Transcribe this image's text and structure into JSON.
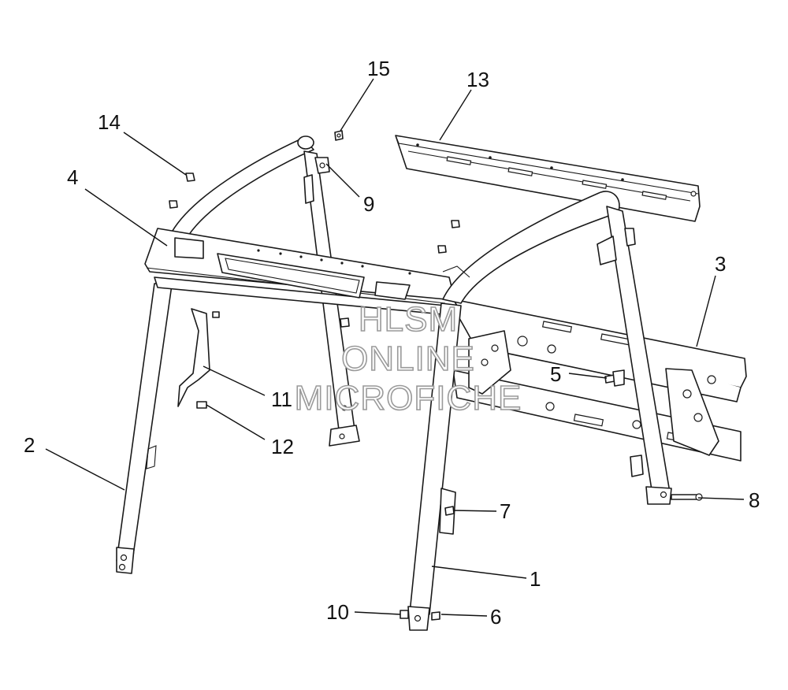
{
  "diagram": {
    "callouts": [
      {
        "id": "c1",
        "label": "1"
      },
      {
        "id": "c2",
        "label": "2"
      },
      {
        "id": "c3",
        "label": "3"
      },
      {
        "id": "c4",
        "label": "4"
      },
      {
        "id": "c5",
        "label": "5"
      },
      {
        "id": "c6",
        "label": "6"
      },
      {
        "id": "c7",
        "label": "7"
      },
      {
        "id": "c8",
        "label": "8"
      },
      {
        "id": "c9",
        "label": "9"
      },
      {
        "id": "c10",
        "label": "10"
      },
      {
        "id": "c11",
        "label": "11"
      },
      {
        "id": "c12",
        "label": "12"
      },
      {
        "id": "c13",
        "label": "13"
      },
      {
        "id": "c14",
        "label": "14"
      },
      {
        "id": "c15",
        "label": "15"
      }
    ]
  },
  "watermark": {
    "line1": "HLSM",
    "line2": "ONLINE",
    "line3": "MICROFICHE"
  },
  "colors": {
    "ink": "#1a1a1a",
    "paper": "#ffffff",
    "watermark_outline": "#9a9a9a"
  }
}
